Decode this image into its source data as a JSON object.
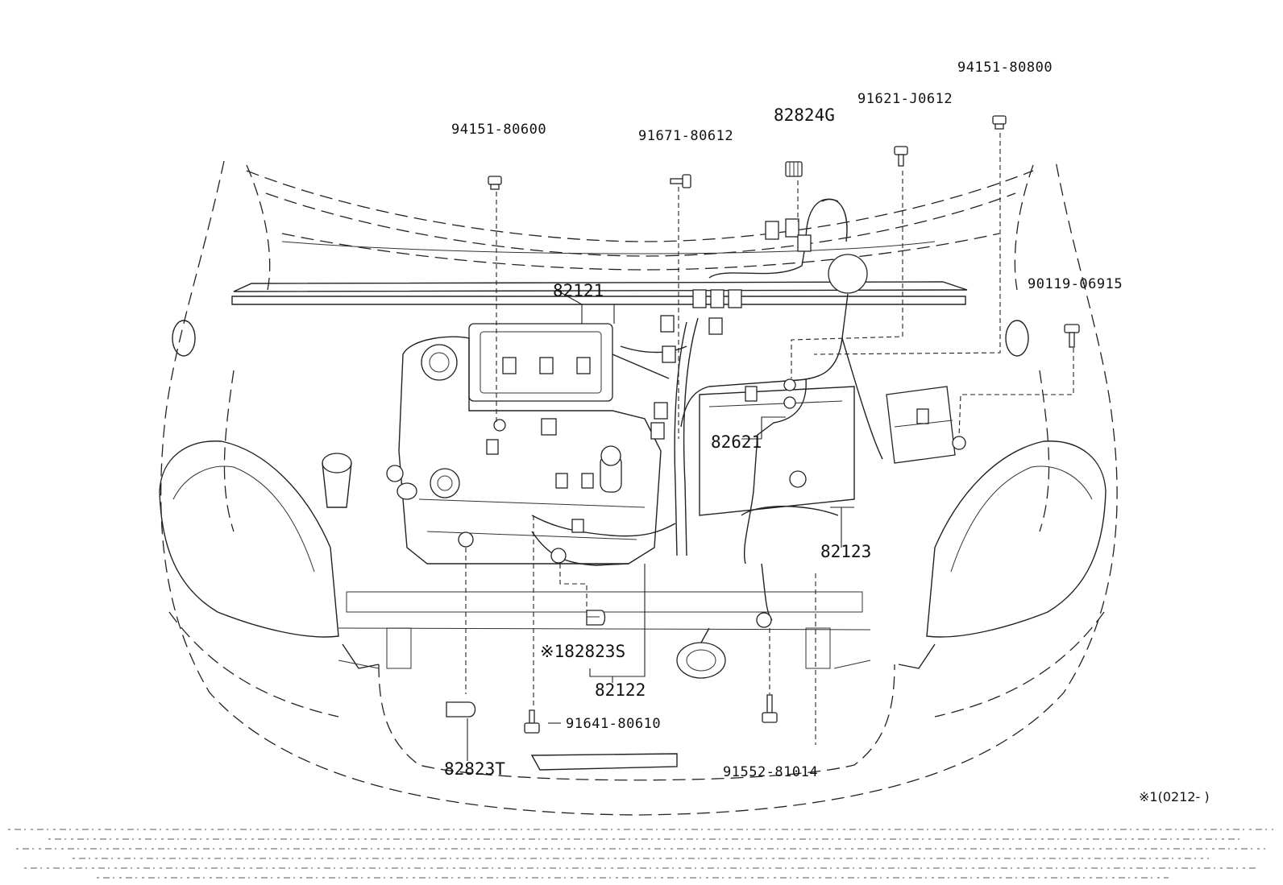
{
  "parts": {
    "p_94151_80600": "94151-80600",
    "p_91671_80612": "91671-80612",
    "p_82824G": "82824G",
    "p_91621_J0612": "91621-J0612",
    "p_94151_80800": "94151-80800",
    "p_90119_06915": "90119-06915",
    "p_82121": "82121",
    "p_82621": "82621",
    "p_82123": "82123",
    "p_82823S": "※182823S",
    "p_82122": "82122",
    "p_91641_80610": "91641-80610",
    "p_82823T": "82823T",
    "p_91552_81014": "91552-81014"
  },
  "footnote": "※1(0212-      )"
}
